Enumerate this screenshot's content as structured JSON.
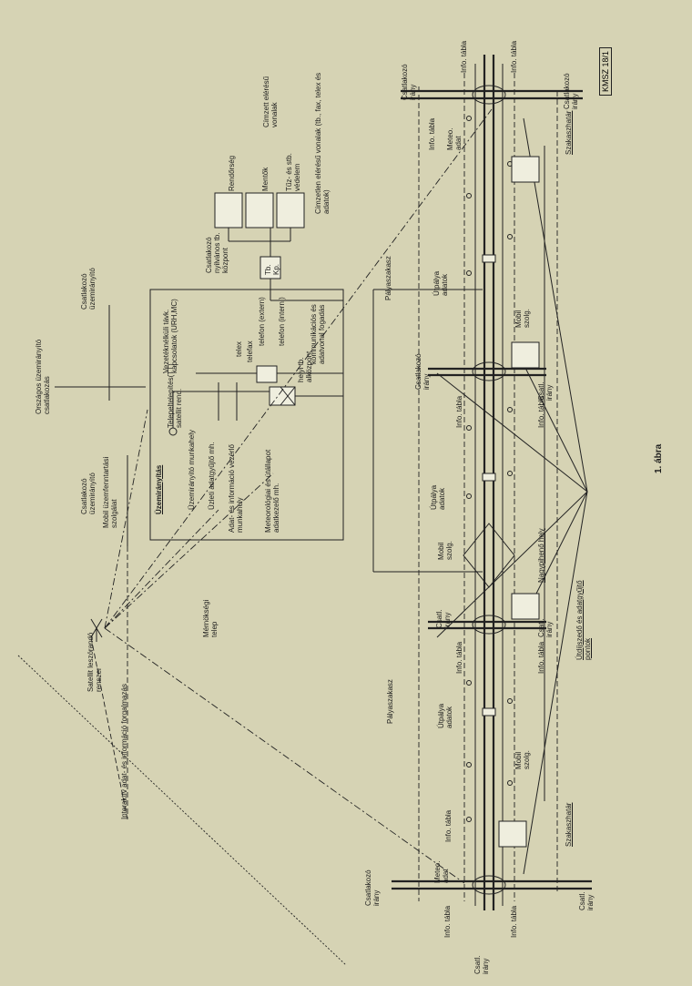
{
  "figure": {
    "caption": "1. ábra",
    "code": "KMSZ 18/1"
  },
  "left_column": {
    "orszagos": "Országos üzemirányító csatlakozás",
    "csatl_uzemiranyito": "Csatlakozó üzemirányító",
    "csatl_uzemiranyito2": "Csatlakozó üzemirányító",
    "mobil_szolg": "Mobil üzemfenntartási szolgálat",
    "interaktiv": "Interaktív adat- és információ forgalmazás",
    "satellite": "Satellit leszórandó renszer",
    "mernoksegi": "Mérnökségi telep"
  },
  "control_center": {
    "title": "Üzemirányítás",
    "items": [
      "Üzemirányító munkahely",
      "Üzleti adatgyűjtő mh.",
      "Adat- és információ vezérlő munkahely",
      "Meteorológiai és útállapot adatkezelő mh."
    ],
    "right_items": [
      "Vezetéknélküli távk. kapcsolatok (URH,MC)",
      "Telepeltelepítés(TT) satellit rend.",
      "telex",
      "telefax",
      "telefon (extern)",
      "telefon (intern.)",
      "helyi tb. alközpont",
      "kommunikációs és adatvonal fogadás"
    ]
  },
  "emergency": {
    "central": "Csatlakozó nyilvános tb. központ",
    "tbkp": "Tb. Kp.",
    "services": [
      "Rendőrség",
      "Mentők",
      "Tűz- és stb. védelem"
    ],
    "cimzett": "Címzett elérésű vonalak",
    "cimzetlen": "Címzetlen elérésű vonalak (tb., fax, telex és adatok)"
  },
  "motorway": {
    "palyaszakasz": "Pályaszakasz",
    "palyaszakasz2": "Pályaszakasz",
    "szakaszhatar": "Szakaszhatár",
    "szakaszhatar2": "Szakaszhatár",
    "pihenohely": "Nagypihenő hely",
    "utdijgyujto": "Útdíjszedő és adatgyűjtő pontok",
    "csatl_irany": "Csatlakozó irány",
    "info_tabla": "Info. tábla",
    "meteo": "Meteo. adat",
    "utpalya": "Útpálya adatok",
    "mobil_szolg": "Mobil szolg.",
    "csatl_irany_short": "Csatl. irány"
  }
}
